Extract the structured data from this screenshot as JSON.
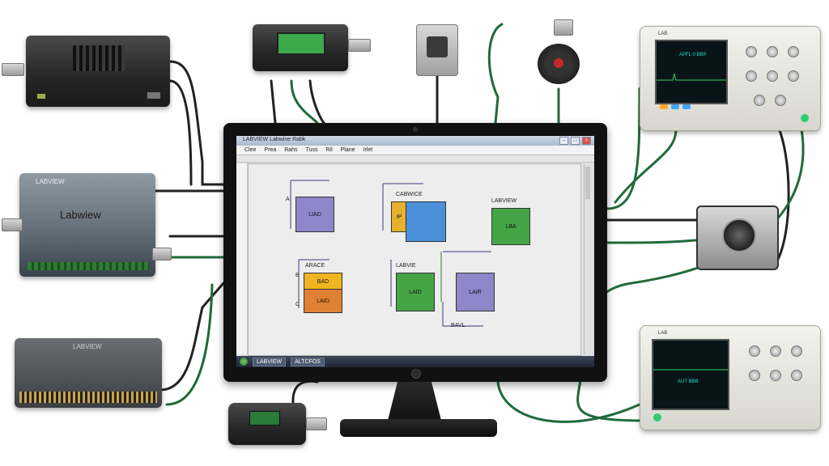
{
  "devices": {
    "daq_left_middle": {
      "brand_label": "Labwiew",
      "brand_small": "LABVIEW"
    },
    "daq_left_bottom": {
      "brand_label": "LABVIEW"
    },
    "monitor": {
      "window_title": "LABVIEW Labwine Rabk",
      "menu_items": [
        "Clee",
        "Prea",
        "Rahs",
        "Tuss",
        "Ril",
        "Plane",
        "Irlet"
      ],
      "taskbar_items": [
        "LABVIEW",
        "ALTCFOS"
      ],
      "diagram": {
        "blocks": [
          {
            "text": "LIAD",
            "color": "#8e86c9"
          },
          {
            "text": "IP",
            "color": "#e8b12c"
          },
          {
            "text": "",
            "color": "#4a90d9"
          },
          {
            "text": "LBA",
            "color": "#45a546"
          },
          {
            "text": "BAD",
            "color": "#f0b422"
          },
          {
            "text": "LAID",
            "color": "#e08033"
          },
          {
            "text": "LAID",
            "color": "#45a546"
          },
          {
            "text": "LAIR",
            "color": "#8e86c9"
          }
        ],
        "labels": [
          "CABWICE",
          "LABVIEW",
          "ARACE",
          "LABVIE",
          "BAVL",
          "A",
          "B",
          "C"
        ]
      }
    },
    "scope_top": {
      "readout": "APFL 0 BBP",
      "header": "LAB"
    },
    "scope_bottom": {
      "readout": "AUT BBB",
      "header": "LAB"
    }
  },
  "colors": {
    "cable_green": "#1f6b3a",
    "cable_dark": "#222222",
    "screen_bg": "#dcdfe3"
  }
}
